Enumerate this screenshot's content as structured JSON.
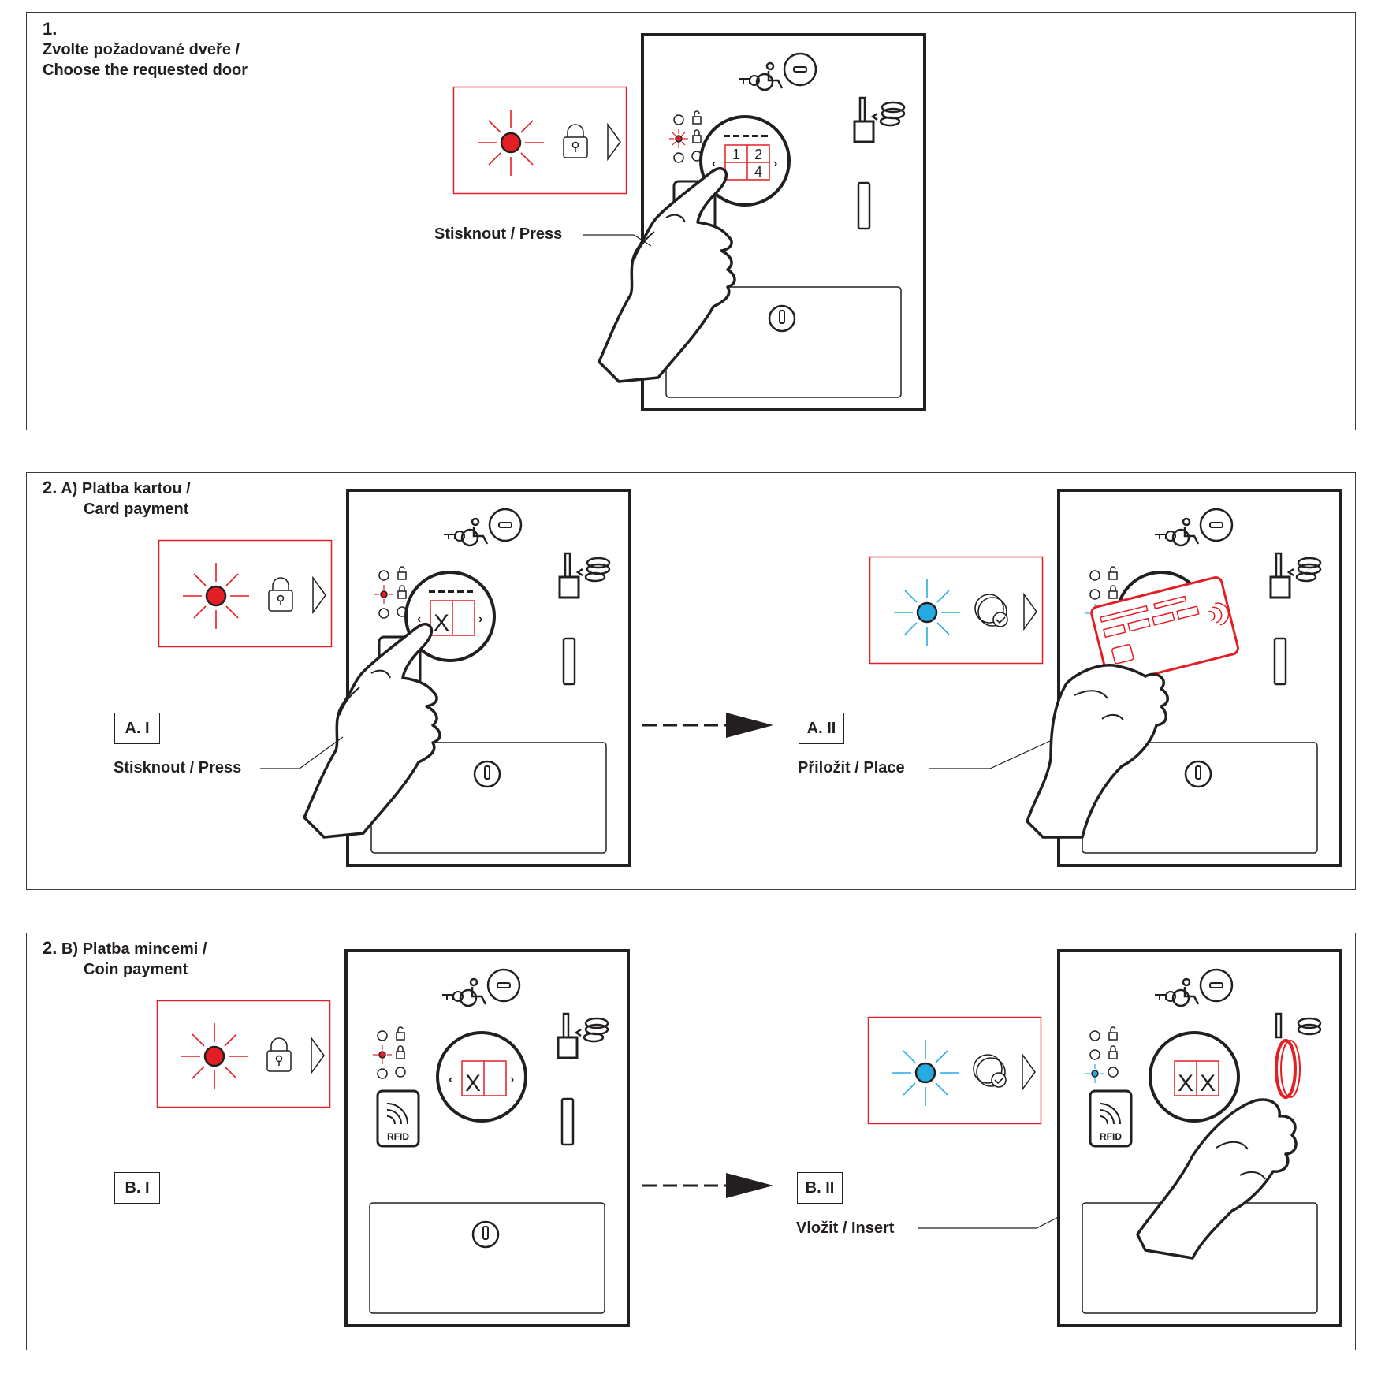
{
  "colors": {
    "stroke": "#231f20",
    "highlight_red": "#e31e24",
    "highlight_blue": "#27aae1",
    "panel_border": "#3a3a3a"
  },
  "step1": {
    "number": "1.",
    "title_cz": "Zvolte požadované dveře /",
    "title_en": "Choose the requested door",
    "action_label": "Stisknout / Press",
    "keypad_numbers": [
      "1",
      "2",
      "4"
    ],
    "indicator": {
      "led": "red",
      "icon": "lock-icon"
    }
  },
  "step2a": {
    "number": "2.",
    "title_cz": "A) Platba kartou /",
    "title_en": "Card payment",
    "tag_1": "A. I",
    "tag_2": "A. II",
    "action_1": "Stisknout / Press",
    "action_2": "Přiložit / Place",
    "keypad_mark": "X",
    "indicator_1": {
      "led": "red",
      "icon": "lock-icon"
    },
    "indicator_2": {
      "led": "blue",
      "icon": "coin-check-icon"
    }
  },
  "step2b": {
    "number": "2.",
    "title_cz": "B) Platba mincemi /",
    "title_en": "Coin payment",
    "tag_1": "B. I",
    "tag_2": "B. II",
    "action_2": "Vložit / Insert",
    "keypad_mark": "X",
    "rfid_label": "RFID",
    "indicator_1": {
      "led": "red",
      "icon": "lock-icon"
    },
    "indicator_2": {
      "led": "blue",
      "icon": "coin-check-icon"
    }
  }
}
